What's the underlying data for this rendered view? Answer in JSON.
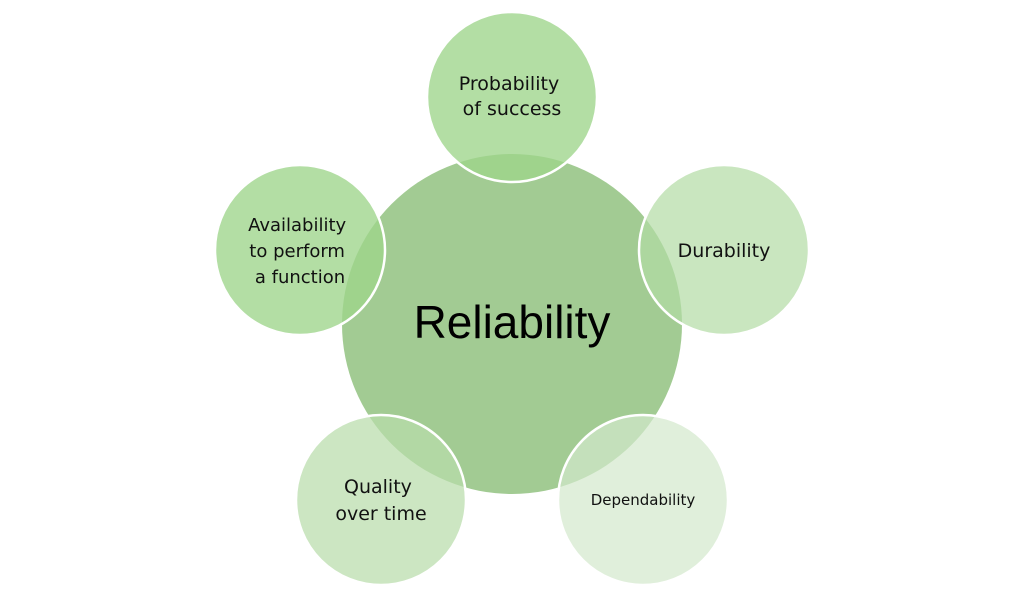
{
  "diagram": {
    "type": "radial-cycle",
    "center": {
      "label": "Reliability",
      "color": "#a2cb93"
    },
    "nodes": [
      {
        "id": "top",
        "lines": [
          "Probability",
          "of success"
        ],
        "color": "#9dd58a",
        "opacity": 0.78
      },
      {
        "id": "right",
        "lines": [
          "Durability"
        ],
        "color": "#b2dba4",
        "opacity": 0.7
      },
      {
        "id": "bottom-right",
        "lines": [
          "Dependability"
        ],
        "color": "#d3e8cc",
        "opacity": 0.7
      },
      {
        "id": "bottom-left",
        "lines": [
          "Quality",
          "over time"
        ],
        "color": "#b8dcab",
        "opacity": 0.72
      },
      {
        "id": "left",
        "lines": [
          "Availability",
          "to perform",
          "a function"
        ],
        "color": "#9dd58a",
        "opacity": 0.78
      }
    ],
    "outline_color": "#ffffff"
  }
}
